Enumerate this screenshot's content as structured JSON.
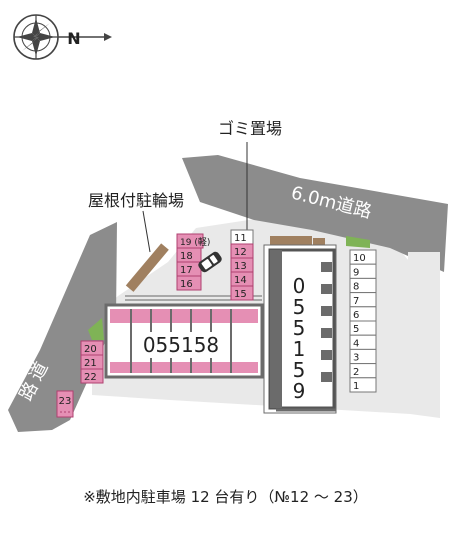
{
  "compass": {
    "north_label": "N",
    "icon": "compass-rose-icon"
  },
  "labels": {
    "garbage": "ゴミ置場",
    "bike": "屋根付駐輪場",
    "road_main": "6.0m道路",
    "road_left_1": "道",
    "road_left_2": "路",
    "building_id": "055158",
    "right_building_digits": [
      "0",
      "5",
      "5",
      "1",
      "5",
      "9"
    ]
  },
  "parking": {
    "right_column": [
      "10",
      "9",
      "8",
      "7",
      "6",
      "5",
      "4",
      "3",
      "2",
      "1"
    ],
    "top_column": [
      "11",
      "12",
      "13",
      "14",
      "15"
    ],
    "mid_column": [
      "19 (軽)",
      "18",
      "17",
      "16"
    ],
    "left_column": [
      "20",
      "21",
      "22"
    ],
    "single": "23"
  },
  "footer": "※敷地内駐車場 12 台有り（№12 ～ 23）",
  "colors": {
    "road": "#8c8c8c",
    "site": "#e9e9e9",
    "building": "#ffffff",
    "pink": "#e58fb4",
    "pink_dark": "#b04070",
    "wall": "#6b6b6b",
    "green": "#7fb356",
    "brown": "#a08060"
  }
}
